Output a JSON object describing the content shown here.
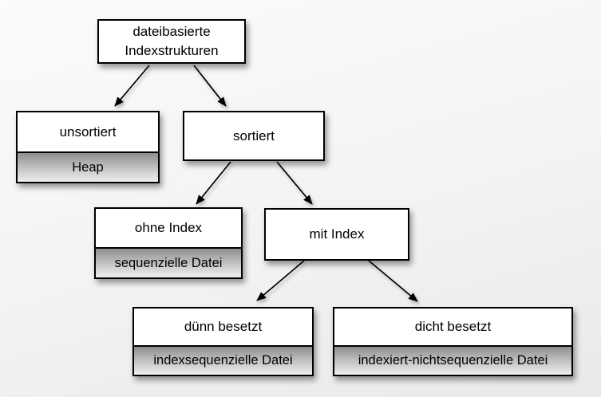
{
  "nodes": [
    {
      "id": "root",
      "label": "dateibasierte Indexstrukturen",
      "sublabel": null
    },
    {
      "id": "unsortiert",
      "label": "unsortiert",
      "sublabel": "Heap"
    },
    {
      "id": "sortiert",
      "label": "sortiert",
      "sublabel": null
    },
    {
      "id": "ohne_index",
      "label": "ohne Index",
      "sublabel": "sequenzielle Datei"
    },
    {
      "id": "mit_index",
      "label": "mit Index",
      "sublabel": null
    },
    {
      "id": "duenn_besetzt",
      "label": "dünn besetzt",
      "sublabel": "indexsequenzielle Datei"
    },
    {
      "id": "dicht_besetzt",
      "label": "dicht besetzt",
      "sublabel": "indexiert-nichtsequenzielle Datei"
    }
  ],
  "edges": [
    {
      "from": "root",
      "to": "unsortiert"
    },
    {
      "from": "root",
      "to": "sortiert"
    },
    {
      "from": "sortiert",
      "to": "ohne_index"
    },
    {
      "from": "sortiert",
      "to": "mit_index"
    },
    {
      "from": "mit_index",
      "to": "duenn_besetzt"
    },
    {
      "from": "mit_index",
      "to": "dicht_besetzt"
    }
  ],
  "colors": {
    "bg_top": "#fbfbfb",
    "bg_mid": "#f3f3f3",
    "bg_bottom": "#e9e9e9",
    "box_fill": "#ffffff",
    "box_border": "#000000",
    "band_top": "#8e8e8e",
    "band_mid": "#c6c6c6",
    "band_bottom": "#efefef",
    "arrow": "#000000"
  }
}
